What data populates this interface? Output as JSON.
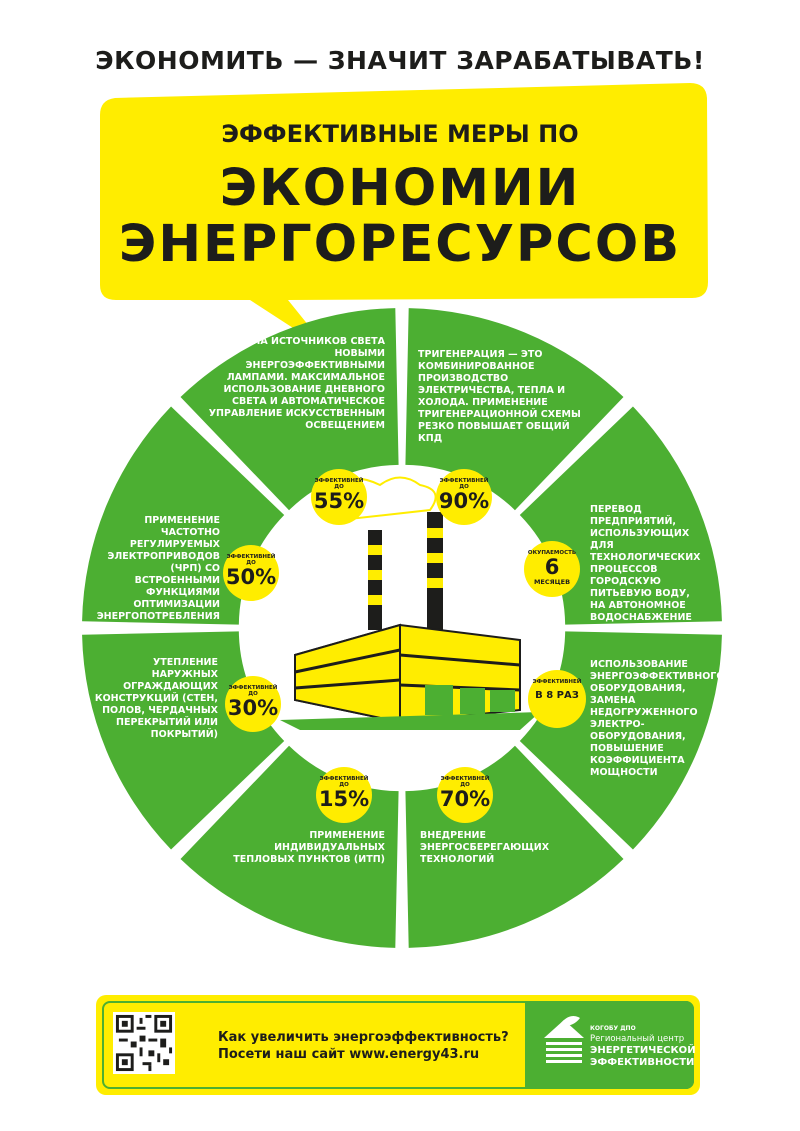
{
  "header": {
    "tagline": "ЭКОНОМИТЬ — ЗНАЧИТ ЗАРАБАТЫВАТЬ!",
    "headline_line1": "ЭФФЕКТИВНЫЕ МЕРЫ ПО",
    "headline_line2": "ЭКОНОМИИ",
    "headline_line3": "ЭНЕРГОРЕСУРСОВ"
  },
  "colors": {
    "green": "#4caf32",
    "yellow": "#ffed00",
    "dark": "#1d1d1b"
  },
  "measures": [
    {
      "text": "Замена источников света новыми энергоэффективными лампами. Максимальное использование дневного света и автоматическое управление искусственным освещением",
      "badge_small": "ЭФФЕКТИВНЕЙ ДО",
      "badge_value": "55%",
      "badge_unit": ""
    },
    {
      "text": "Тригенерация — это комбинированное производство электричества, тепла и холода. Применение тригенерационной схемы резко повышает общий КПД",
      "badge_small": "ЭФФЕКТИВНЕЙ ДО",
      "badge_value": "90%",
      "badge_unit": ""
    },
    {
      "text": "Перевод предприятий, использующих для технологических процессов городскую питьевую воду, на автономное водоснабжение",
      "badge_small": "ОКУПАЕМОСТЬ",
      "badge_value": "6",
      "badge_unit": "МЕСЯЦЕВ"
    },
    {
      "text": "Использование энергоэффективного оборудования, замена недогруженного электро-оборудования, повышение коэффициента мощности",
      "badge_small": "ЭФФЕКТИВНЕЙ",
      "badge_value": "В 8 РАЗ",
      "badge_unit": ""
    },
    {
      "text": "Внедрение энергосберегающих технологий",
      "badge_small": "ЭФФЕКТИВНЕЙ ДО",
      "badge_value": "70%",
      "badge_unit": ""
    },
    {
      "text": "Применение индивидуальных тепловых пунктов (ИТП)",
      "badge_small": "ЭФФЕКТИВНЕЙ ДО",
      "badge_value": "15%",
      "badge_unit": ""
    },
    {
      "text": "Утепление наружных ограждающих конструкций (стен, полов, чердачных перекрытий или покрытий)",
      "badge_small": "ЭФФЕКТИВНЕЙ ДО",
      "badge_value": "30%",
      "badge_unit": ""
    },
    {
      "text": "Применение частотно регулируемых электроприводов (ЧРП) со встроенными функциями оптимизации энергопотребления",
      "badge_small": "ЭФФЕКТИВНЕЙ ДО",
      "badge_value": "50%",
      "badge_unit": ""
    }
  ],
  "footer": {
    "line1": "Как увеличить энергоэффективность?",
    "line2": "Посети наш сайт www.energy43.ru",
    "logo_small": "КОГОБУ ДПО",
    "logo_mid": "Региональный центр",
    "logo_big1": "ЭНЕРГЕТИЧЕСКОЙ",
    "logo_big2": "ЭФФЕКТИВНОСТИ",
    "qr_icon": "qr-code-icon",
    "logo_icon": "house-leaf-logo-icon"
  }
}
